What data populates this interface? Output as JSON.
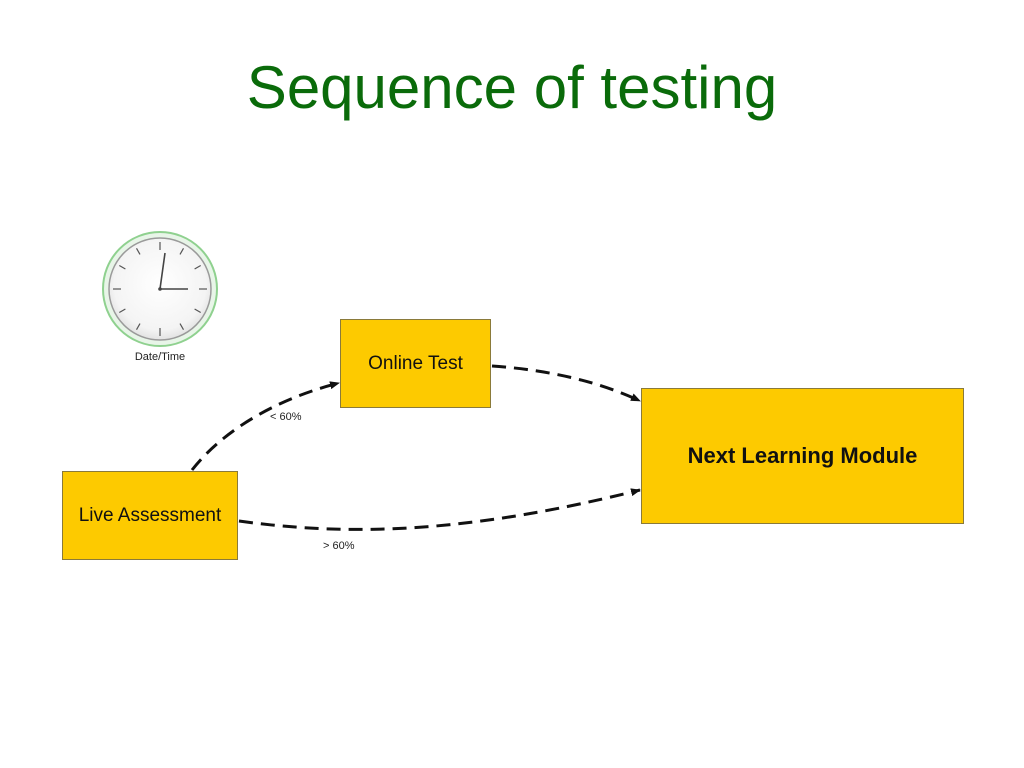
{
  "title": "Sequence of testing",
  "clock": {
    "icon": "clock-icon",
    "caption": "Date/Time"
  },
  "nodes": {
    "online_test": "Online Test",
    "live_assessment": "Live Assessment",
    "next_learning_module": "Next Learning Module"
  },
  "edges": {
    "below_threshold": "< 60%",
    "above_threshold": "> 60%"
  },
  "colors": {
    "title": "#0a6b0a",
    "node_fill": "#fdca00",
    "clock_ring": "#8fd18f"
  }
}
